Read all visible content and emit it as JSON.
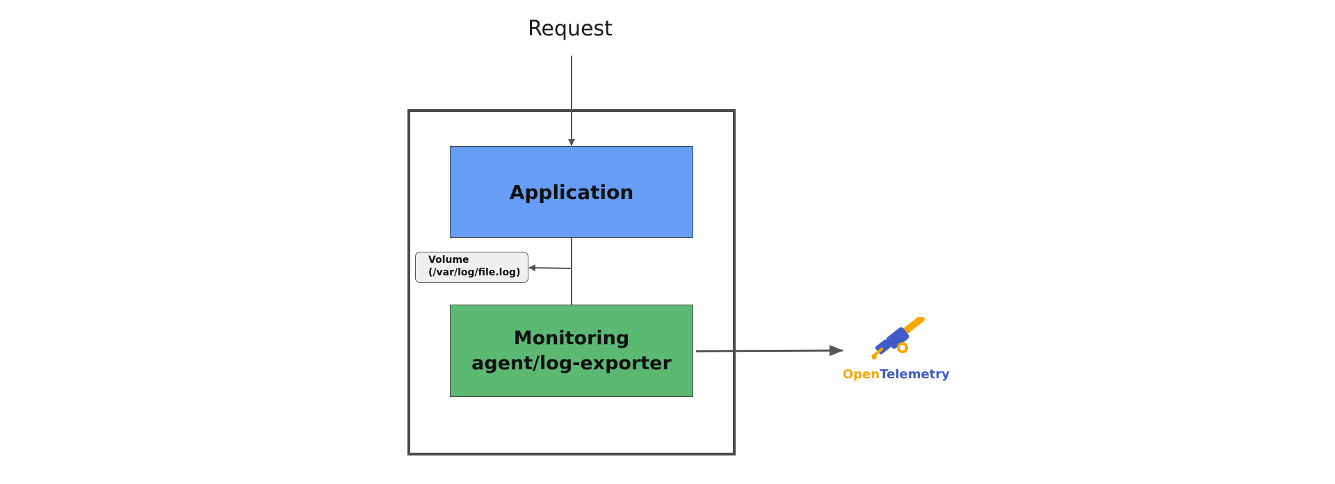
{
  "diagram": {
    "request_label": "Request",
    "application_label": "Application",
    "volume": {
      "line1": "Volume",
      "line2": "(/var/log/file.log)"
    },
    "agent": {
      "line1": "Monitoring",
      "line2": "agent/log-exporter"
    },
    "destination": {
      "wordmark_part1": "Open",
      "wordmark_part2": "Telemetry",
      "logo_icon": "opentelemetry-telescope-icon"
    }
  },
  "colors": {
    "application_fill": "#669df6",
    "agent_fill": "#5bb974",
    "volume_fill": "#efefef",
    "frame_stroke": "#4a4a4a",
    "otel_orange": "#f5a800",
    "otel_blue": "#425cc7"
  }
}
